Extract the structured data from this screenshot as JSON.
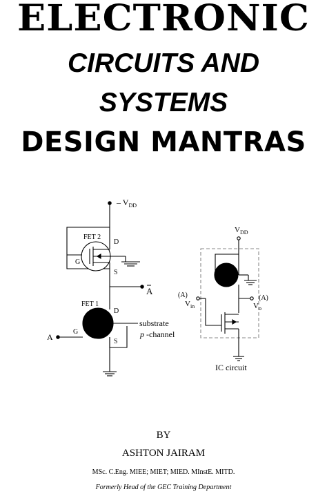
{
  "cover": {
    "title_line1": "ELECTRONIC",
    "title_line2": "CIRCUITS AND",
    "title_line3": "SYSTEMS",
    "title_line4": "DESIGN MANTRAS"
  },
  "diagram": {
    "left": {
      "vdd": "– V",
      "vdd_sub": "DD",
      "fet2": "FET  2",
      "d2": "D",
      "g2": "G",
      "s2": "S",
      "out": "A",
      "fet1": "FET  1",
      "d1": "D",
      "g1": "G",
      "s1": "S",
      "input": "A",
      "substrate": "substrate",
      "p": "p",
      "channel": " -channel"
    },
    "right": {
      "vdd": "V",
      "vdd_sub": "DD",
      "in_a": "(A)",
      "vin": "V",
      "vin_sub": "in",
      "out_a": "(A)",
      "vo": "V",
      "vo_sub": "o",
      "ic": "IC  circuit"
    }
  },
  "byline": {
    "by": "BY",
    "author": "ASHTON JAIRAM",
    "qualifications": "MSc. C.Eng. MIEE; MIET; MIED. MInstE. MITD.",
    "former": "Formerly Head of the GEC Training Department"
  }
}
